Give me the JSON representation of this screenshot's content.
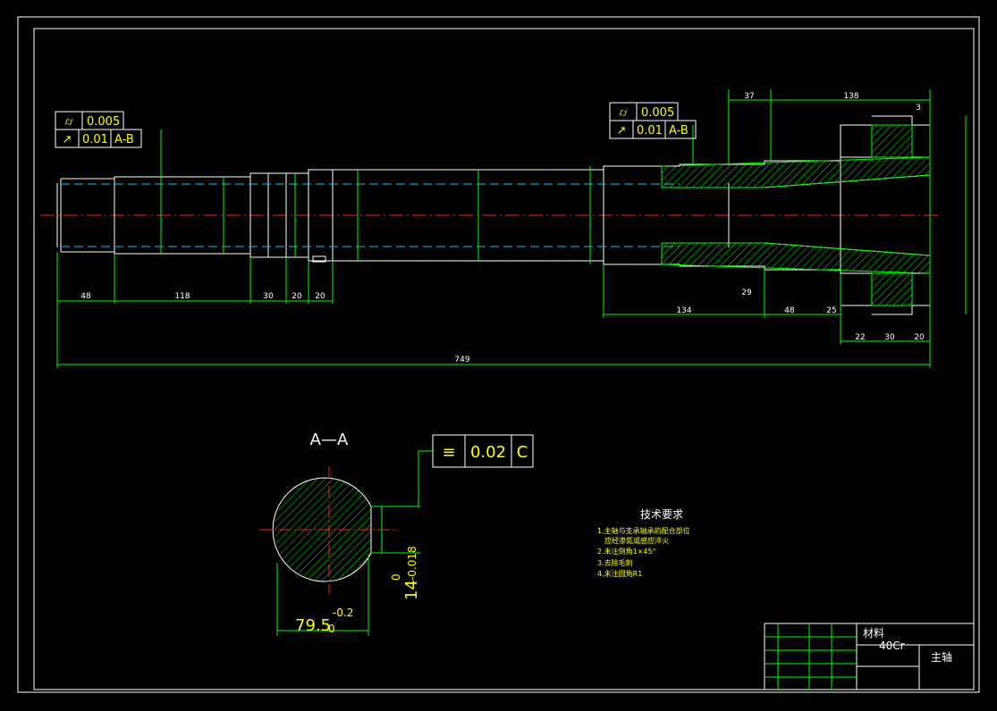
{
  "colors": {
    "background": "#000000",
    "outline": "#ffffff",
    "centerline": "#ff2020",
    "hidden": "#00c8ff",
    "dimension": "#00ff00",
    "hatch": "#00ff00",
    "annotation": "#ffff00"
  },
  "tolerance_left": {
    "cylindricity": "0.005",
    "runout": "0.01",
    "runout_datum": "A-B"
  },
  "tolerance_right": {
    "cylindricity": "0.005",
    "runout": "0.01",
    "runout_datum": "A-B"
  },
  "dims": {
    "d48": "48",
    "d118": "118",
    "d30": "30",
    "d20a": "20",
    "d20b": "20",
    "d749": "749",
    "d134": "134",
    "d29": "29",
    "d48b": "48",
    "d25": "25",
    "d22": "22",
    "d30b": "30",
    "d20c": "20",
    "d37": "37",
    "d138": "138",
    "d3": "3"
  },
  "section": {
    "title": "A—A",
    "sym_tol": "0.02",
    "sym_datum": "C",
    "width_dim": "79.5",
    "width_tol": "0",
    "width_tol_upper": "-0.2",
    "key_dim": "14",
    "key_tol_lower": "-0.018",
    "key_tol_upper": "0"
  },
  "tech": {
    "title": "技术要求",
    "lines": [
      "1.主轴与支承轴承的配合部位",
      "应经渗氮或感应淬火",
      "2.未注倒角1×45°",
      "3.去除毛刺",
      "4.未注圆角R1"
    ]
  },
  "title_block": {
    "material_label": "材料",
    "material": "40Cr",
    "part_name": "主轴"
  }
}
